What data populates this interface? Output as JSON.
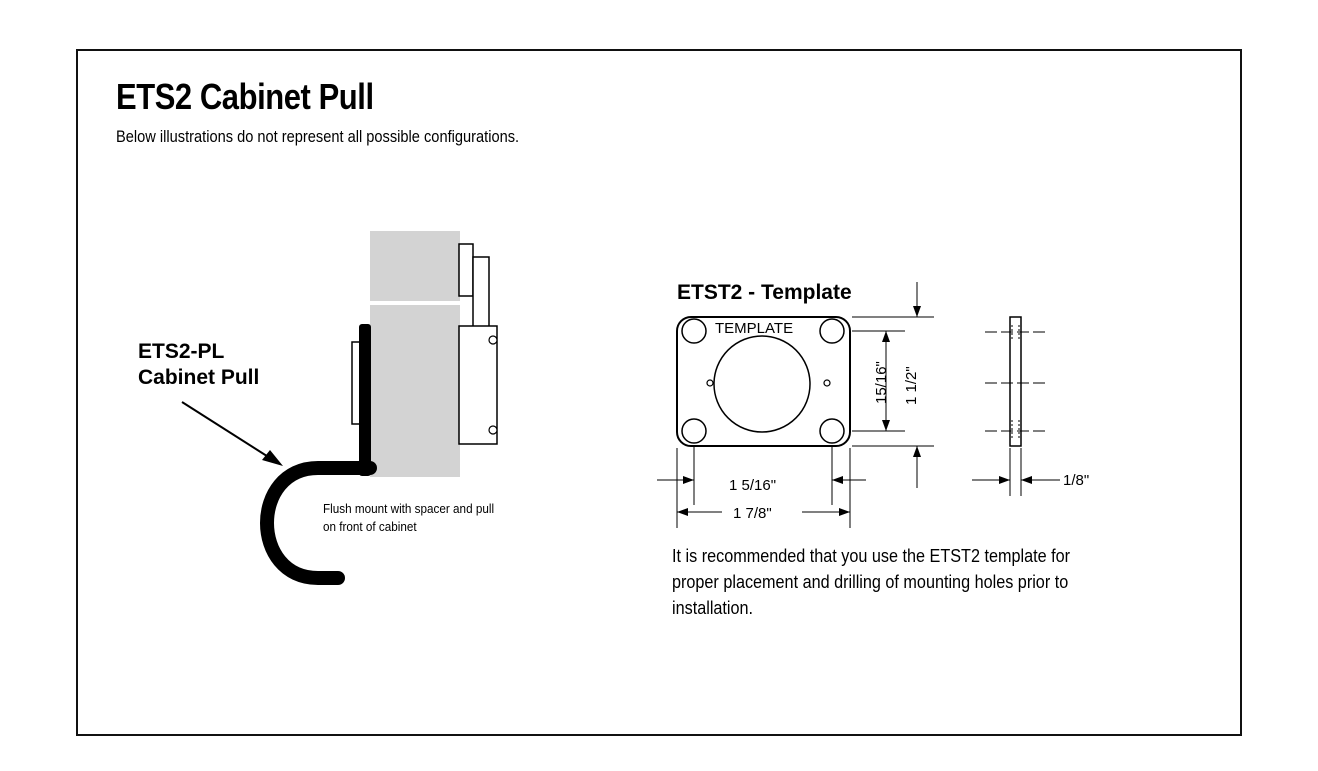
{
  "header": {
    "title": "ETS2 Cabinet Pull",
    "subtitle": "Below illustrations do not represent all possible configurations."
  },
  "left_figure": {
    "label_line1": "ETS2-PL",
    "label_line2": "Cabinet Pull",
    "caption_line1": "Flush mount with spacer and pull",
    "caption_line2": "on front of cabinet"
  },
  "right_figure": {
    "title": "ETST2 - Template",
    "plate_text": "TEMPLATE",
    "dim_hole_vertical": "15/16\"",
    "dim_overall_vertical": "1 1/2\"",
    "dim_hole_horizontal": "1 5/16\"",
    "dim_overall_horizontal": "1 7/8\"",
    "dim_thickness": "1/8\"",
    "note": "It is recommended that you use the ETST2 template for proper placement and drilling of mounting holes prior to installation."
  },
  "colors": {
    "cabinet_fill": "#d3d3d3",
    "ink": "#000000"
  }
}
